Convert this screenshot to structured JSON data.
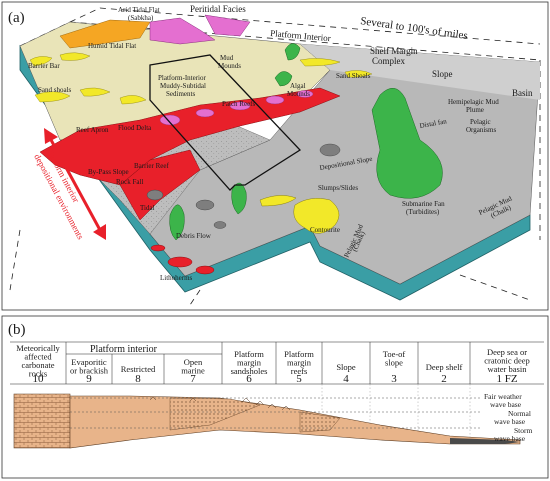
{
  "panel_a": {
    "panel_label": "(a)",
    "scale_note": "Several to 100's of miles",
    "arrow_label_line1": "Platform interior",
    "arrow_label_line2": "depositional environments",
    "labels": {
      "peritidal_facies": "Peritidal Facies",
      "arid_tidal_flat_1": "Arid Tidal Flat",
      "arid_tidal_flat_2": "(Sabkha)",
      "humid_tidal_flat": "Humid Tidal Flat",
      "barrier_bar": "Barrier Bar",
      "platform_interior": "Platform Interior",
      "shelf_margin_1": "Shelf Margin",
      "shelf_margin_2": "Complex",
      "slope": "Slope",
      "basin": "Basin",
      "sand_shoals_left": "Sand shoals",
      "pim_1": "Platform-Interior",
      "pim_2": "Muddy-Subtidal",
      "pim_3": "Sediments",
      "mud_mounds_1": "Mud",
      "mud_mounds_2": "Mounds",
      "algal_mounds_1": "Algal",
      "algal_mounds_2": "Mounds",
      "sand_shoals_right": "Sand Shoals",
      "patch_reefs": "Patch Reefs",
      "hemipelagic_1": "Hemipelagic Mud",
      "hemipelagic_2": "Plume",
      "pelagic_org_1": "Pelagic",
      "pelagic_org_2": "Organisms",
      "reef_apron": "Reef Apron",
      "flood_delta": "Flood Delta",
      "depositional_slope": "Depositional Slope",
      "bypass_slope": "By-Pass Slope",
      "barrier_reef": "Barrier Reef",
      "rock_fall": "Rock Fall",
      "slumps_slides": "Slumps/Slides",
      "submarine_fan_1": "Submarine Fan",
      "submarine_fan_2": "(Turbidites)",
      "pelagic_mud_right_1": "Pelagic Mud",
      "pelagic_mud_right_2": "(Chalk)",
      "tidal": "Tidal",
      "debris_flow": "Debris Flow",
      "contourite": "Contourite",
      "lithoherms": "Lithoherms",
      "pelagic_mud_bottom_1": "Pelagic Mud",
      "pelagic_mud_bottom_2": "(Chalk)",
      "distal_fan": "Distal fan"
    }
  },
  "panel_b": {
    "panel_label": "(b)",
    "platform_interior_header": "Platform interior",
    "zones": [
      {
        "num": "10",
        "name": [
          "Meteorically",
          "affected",
          "carbonate",
          "rocks"
        ]
      },
      {
        "num": "9",
        "name": [
          "Evaporitic",
          "or brackish"
        ]
      },
      {
        "num": "8",
        "name": [
          "Restricted"
        ]
      },
      {
        "num": "7",
        "name": [
          "Open",
          "marine"
        ]
      },
      {
        "num": "6",
        "name": [
          "Platform",
          "margin",
          "sandsholes"
        ]
      },
      {
        "num": "5",
        "name": [
          "Platform",
          "margin",
          "reefs"
        ]
      },
      {
        "num": "4",
        "name": [
          "Slope"
        ]
      },
      {
        "num": "3",
        "name": [
          "Toe-of",
          "slope"
        ]
      },
      {
        "num": "2",
        "name": [
          "Deep shelf"
        ]
      },
      {
        "num": "1 FZ",
        "name": [
          "Deep sea or",
          "cratonic deep",
          "water basin"
        ]
      }
    ],
    "wave_bases": {
      "fair_1": "Fair weather",
      "fair_2": "wave base",
      "normal_1": "Normal",
      "normal_2": "wave base",
      "storm_1": "Storm",
      "storm_2": "wave base"
    }
  },
  "colors": {
    "sea_teal": "#3a9ea5",
    "reef_red": "#e8202a",
    "fan_green": "#3cb44a",
    "sabkha_orange": "#f5a623",
    "evaporite_pink": "#e46fd0",
    "shoal_yellow": "#f2e829",
    "platform_cream": "#e9e4b8",
    "basin_gray": "#b8b8b8",
    "sediment_tan": "#e8b48a"
  }
}
